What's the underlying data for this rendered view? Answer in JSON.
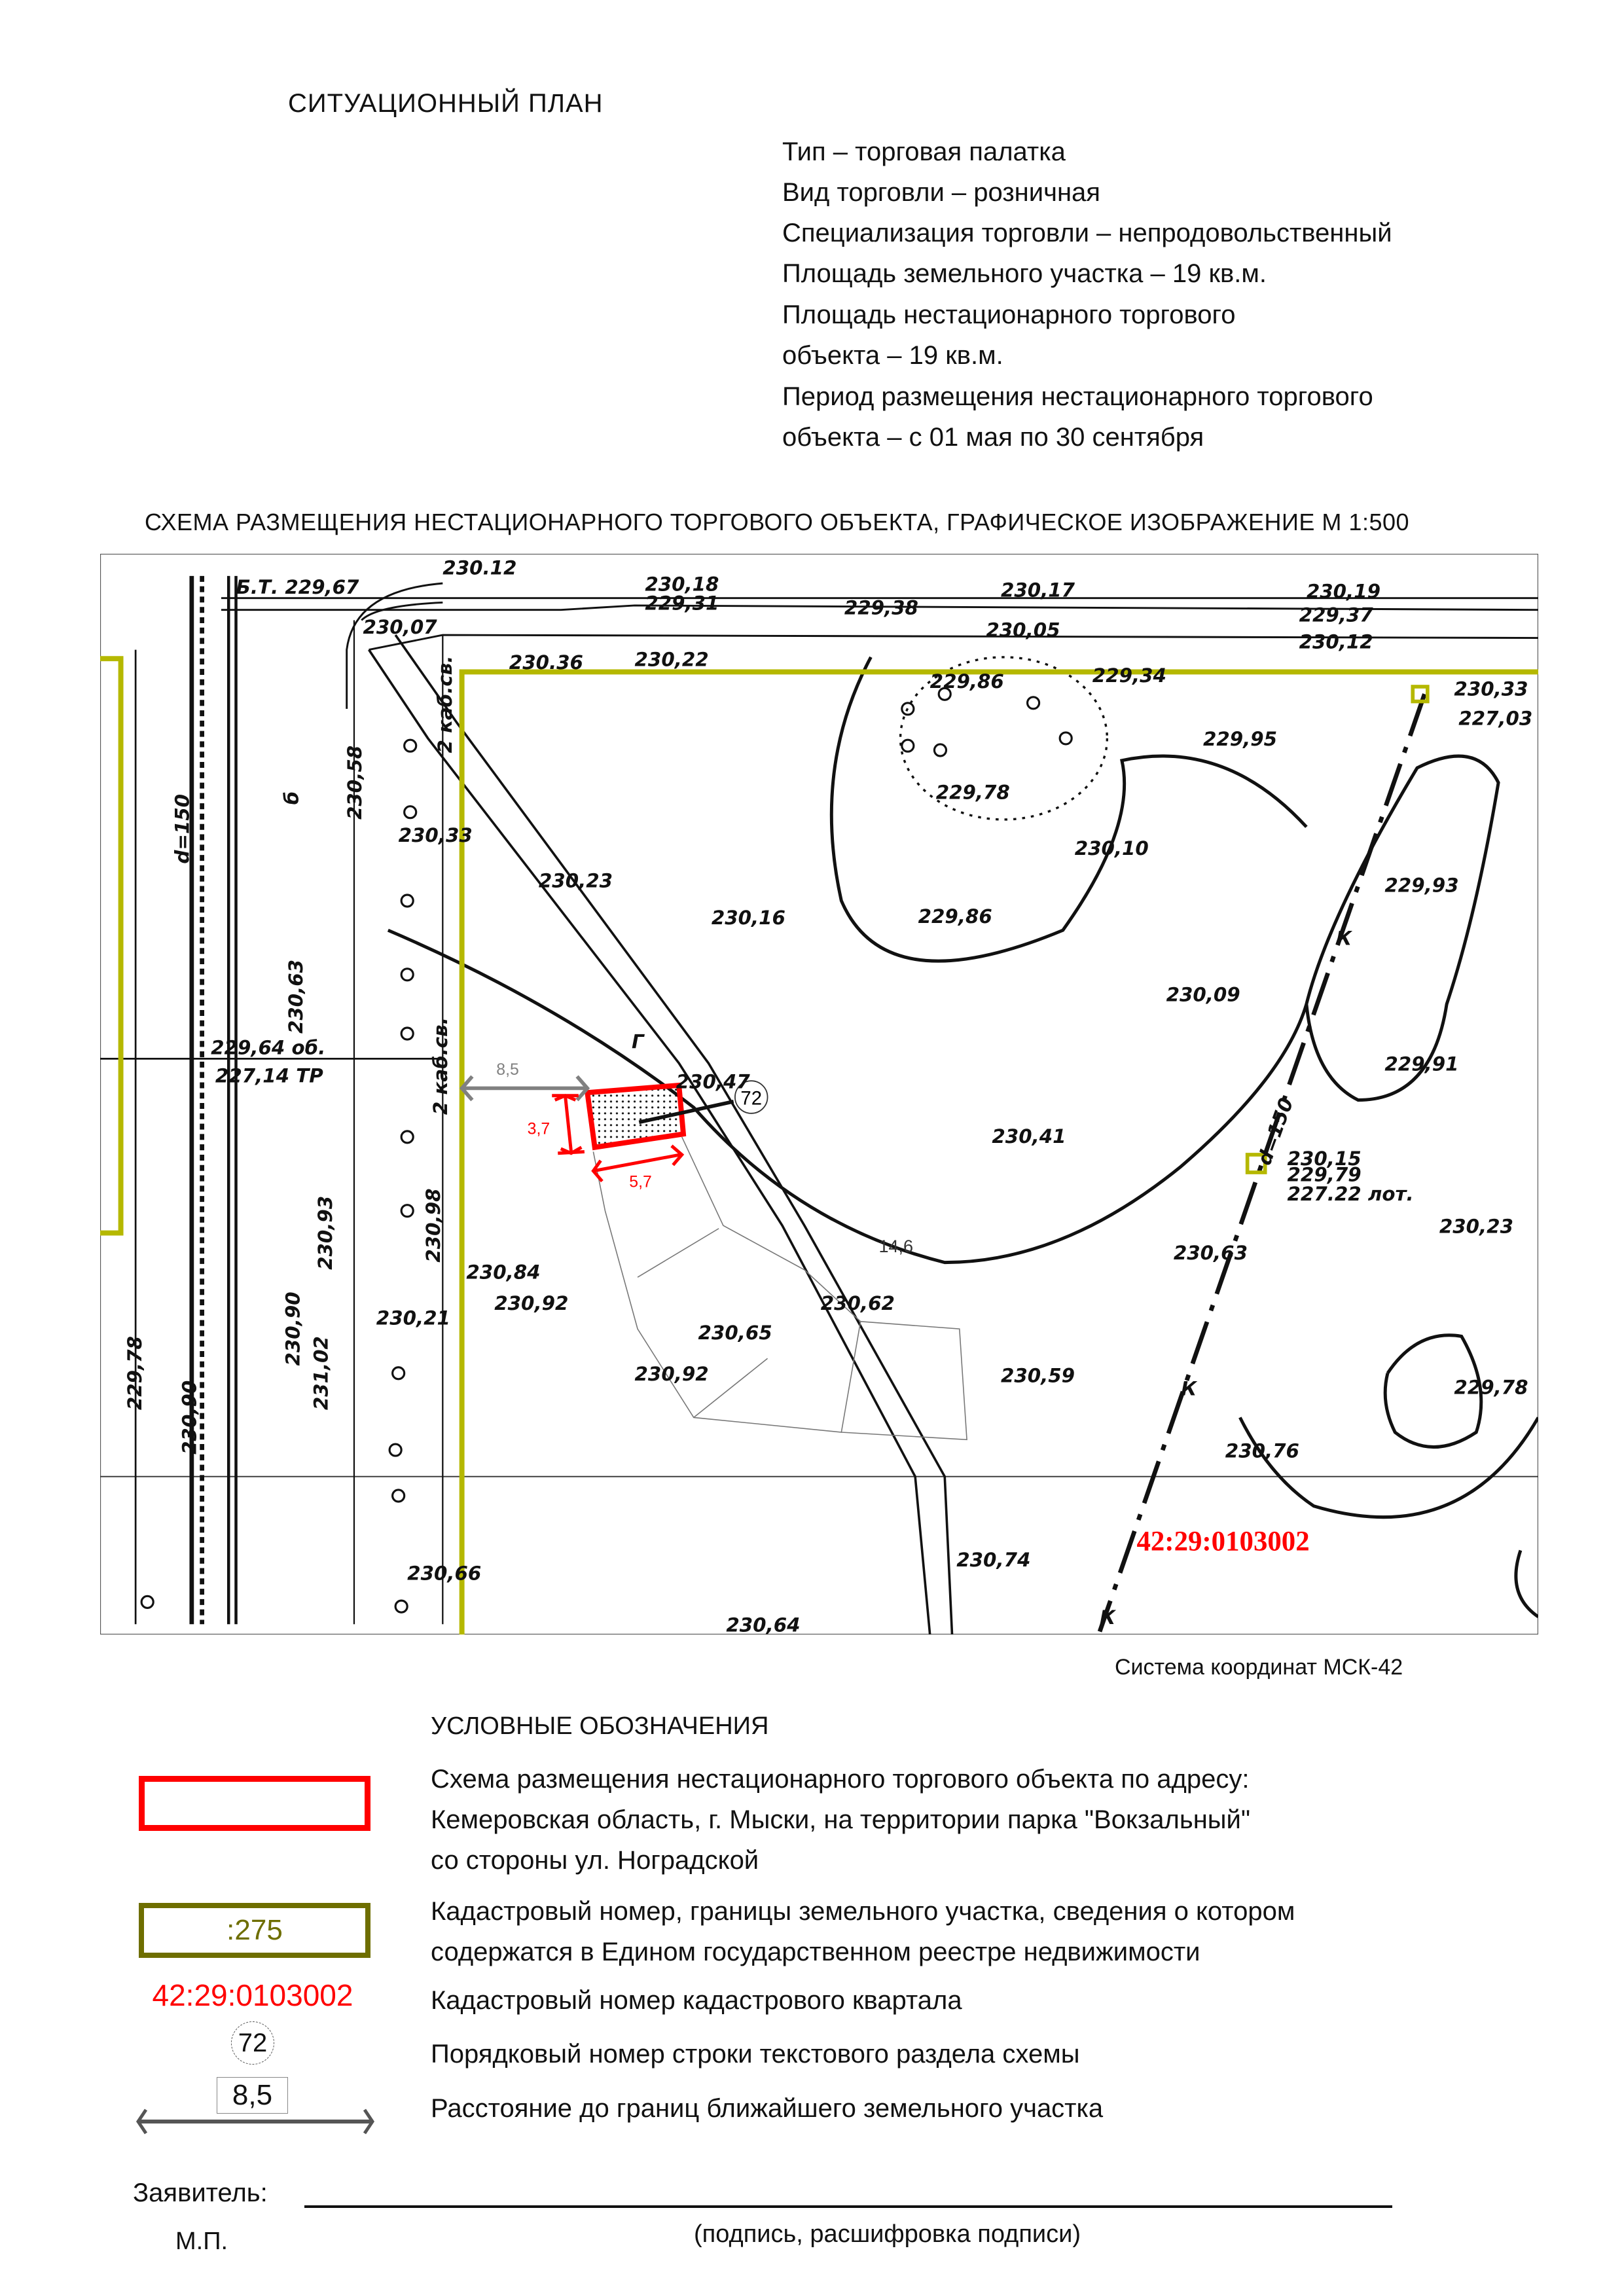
{
  "title": "СИТУАЦИОННЫЙ ПЛАН",
  "info_lines": [
    "Тип – торговая палатка",
    "Вид торговли – розничная",
    "Специализация торговли – непродовольственный",
    "Площадь земельного участка – 19 кв.м.",
    "Площадь нестационарного торгового",
    "объекта – 19 кв.м.",
    "Период размещения нестационарного торгового",
    "объекта – с 01 мая по 30 сентября"
  ],
  "scheme_caption": "СХЕМА РАЗМЕЩЕНИЯ НЕСТАЦИОНАРНОГО ТОРГОВОГО ОБЪЕКТА, ГРАФИЧЕСКОЕ ИЗОБРАЖЕНИЕ М 1:500",
  "map": {
    "object_number": "72",
    "distance_label": "8,5",
    "width_label": "3,7",
    "length_label": "5,7",
    "extra_distance": "14,6",
    "cadastral_quarter": "42:29:0103002",
    "heights": [
      "230.12",
      "230,18",
      "229,31",
      "229,38",
      "230,17",
      "230,05",
      "230,19",
      "229,37",
      "230,12",
      "230.36",
      "230,22",
      "Б.Т. 229,67",
      "230,07",
      "229,86",
      "229,34",
      "230,33",
      "227,03",
      "229,95",
      "229,78",
      "230,10",
      "230,33",
      "230,23",
      "230,16",
      "229,86",
      "229,93",
      "230,09",
      "229,91",
      "230,47",
      "230,41",
      "230,15",
      "229,79",
      "227.22 лот.",
      "230,23",
      "230,63",
      "230,84",
      "230,92",
      "230,21",
      "230,62",
      "230,65",
      "230,92",
      "230,59",
      "229,78",
      "230,76",
      "230,74",
      "230,66",
      "230,64"
    ],
    "vertical_labels": [
      "d=150",
      "2 каб.св.",
      "2 каб.св.",
      "d=150",
      "230,58",
      "230,63",
      "230,93",
      "230,98",
      "230,90",
      "231,02",
      "229,78",
      "230,90",
      "б"
    ],
    "line_marks": [
      "К",
      "К",
      "К",
      "Г"
    ],
    "misc_labels": [
      "229,64 об.",
      "227,14 ТР"
    ]
  },
  "coordinate_system": "Система координат МСК-42",
  "legend": {
    "title": "УСЛОВНЫЕ ОБОЗНАЧЕНИЯ",
    "sample_parcel_number": ":275",
    "sample_quarter_number": "42:29:0103002",
    "sample_row_number": "72",
    "sample_distance": "8,5",
    "items": [
      [
        "Схема размещения нестационарного торгового объекта по адресу:",
        "Кемеровская область, г. Мыски, на территории парка \"Вокзальный\"",
        "со стороны ул. Ноградской"
      ],
      [
        "Кадастровый номер, границы земельного участка, сведения о котором",
        "содержатся в Едином государственном реестре недвижимости"
      ],
      [
        "Кадастровый номер кадастрового квартала"
      ],
      [
        "Порядковый номер строки текстового раздела схемы"
      ],
      [
        "Расстояние до границ ближайшего земельного участка"
      ]
    ]
  },
  "footer": {
    "applicant_label": "Заявитель:",
    "stamp_label": "М.П.",
    "signature_hint": "(подпись, расшифровка подписи)"
  },
  "colors": {
    "object": "#ff0000",
    "parcel": "#b5b800",
    "legend_parcel": "#6e6e00",
    "distance": "#808080"
  }
}
